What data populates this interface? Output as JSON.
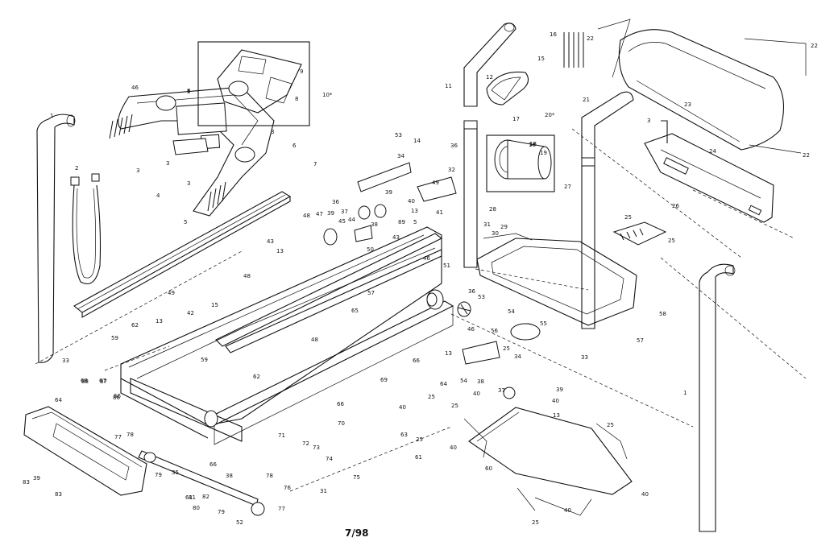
{
  "drawing": {
    "date_code": "7/98",
    "callouts": {
      "c1_left": "1",
      "c1_right": "1",
      "c2": "2",
      "c3a": "3",
      "c3b": "3",
      "c3c": "3",
      "c3d": "3",
      "c3e": "3",
      "c4": "4",
      "c5a": "5",
      "c5b": "5",
      "c5c": "5",
      "c6": "6",
      "c7": "7",
      "c8a": "8",
      "c8b": "8",
      "c9": "9",
      "c10": "10*",
      "c11": "11",
      "c12": "12",
      "c13a": "13",
      "c13b": "13",
      "c13c": "13",
      "c13d": "13",
      "c13e": "13",
      "c14": "14",
      "c15a": "15",
      "c15b": "15",
      "c16a": "16",
      "c16b": "16",
      "c17": "17",
      "c18": "18",
      "c19": "19",
      "c20": "20*",
      "c21": "21",
      "c22a": "22",
      "c22b": "22",
      "c22c": "22",
      "c23": "23",
      "c24": "24",
      "c25a": "25",
      "c25b": "25",
      "c25c": "25",
      "c25d": "25",
      "c25e": "25",
      "c25f": "25",
      "c25g": "25",
      "c25h": "25",
      "c26": "26",
      "c27": "27",
      "c28": "28",
      "c29": "29",
      "c30": "30",
      "c31a": "31",
      "c31b": "31",
      "c32": "32",
      "c33a": "33",
      "c33b": "33",
      "c34a": "34",
      "c34b": "34",
      "c35": "35",
      "c36a": "36",
      "c36b": "36",
      "c36c": "36",
      "c37a": "37",
      "c37b": "37",
      "c38a": "38",
      "c38b": "38",
      "c38c": "38",
      "c39a": "39",
      "c39b": "39",
      "c39c": "39",
      "c39d": "39",
      "c40a": "40",
      "c40b": "40",
      "c40c": "40",
      "c40d": "40",
      "c40e": "40",
      "c40f": "40",
      "c40g": "40",
      "c41": "41",
      "c42": "42",
      "c43a": "43",
      "c43b": "43",
      "c44": "44",
      "c45": "45",
      "c46a": "46",
      "c46b": "46",
      "c46c": "46",
      "c47": "47",
      "c48a": "48",
      "c48b": "48",
      "c48c": "48",
      "c49a": "49",
      "c49b": "49",
      "c50": "50",
      "c51": "51",
      "c52": "52",
      "c53a": "53",
      "c53b": "53",
      "c54a": "54",
      "c54b": "54",
      "c55": "55",
      "c56": "56",
      "c57a": "57",
      "c57b": "57",
      "c58": "58",
      "c59a": "59",
      "c59b": "59",
      "c60": "60",
      "c61a": "61",
      "c61b": "61",
      "c62a": "62",
      "c62b": "62",
      "c63": "63",
      "c64a": "64",
      "c64b": "64",
      "c65": "65",
      "c66a": "66",
      "c66b": "66",
      "c66c": "66",
      "c66d": "66",
      "c67": "67",
      "c68": "68",
      "c69": "69",
      "c70": "70",
      "c71": "71",
      "c72": "72",
      "c73": "73",
      "c74": "74",
      "c75": "75",
      "c76": "76",
      "c77a": "77",
      "c77b": "77",
      "c78a": "78",
      "c78b": "78",
      "c79a": "79",
      "c79b": "79",
      "c80": "80",
      "c81": "81",
      "c82": "82",
      "c83a": "83",
      "c83b": "83",
      "c86": "86",
      "c87": "87",
      "c88": "88",
      "c89": "89"
    }
  }
}
